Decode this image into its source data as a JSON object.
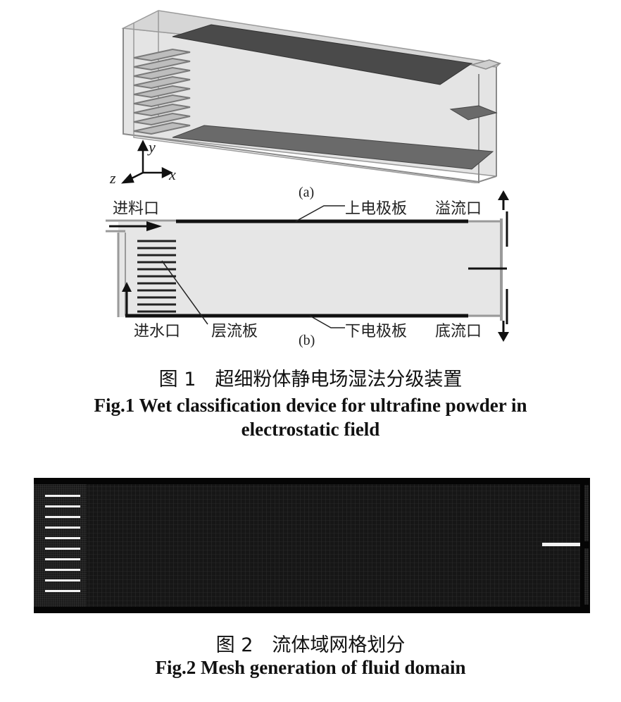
{
  "fig1": {
    "axes": {
      "y": "y",
      "x": "x",
      "z": "z"
    },
    "sub_a": "(a)",
    "sub_b": "(b)",
    "labels": {
      "inlet": "进料口",
      "upper_electrode": "上电极板",
      "overflow": "溢流口",
      "water_inlet": "进水口",
      "laminar_plate": "层流板",
      "lower_electrode": "下电极板",
      "underflow": "底流口"
    },
    "caption_cn": "图 1　超细粉体静电场湿法分级装置",
    "caption_en_line1": "Fig.1 Wet classification device for ultrafine powder in",
    "caption_en_line2": "electrostatic field"
  },
  "fig2": {
    "caption_cn": "图 2　流体域网格划分",
    "caption_en": "Fig.2 Mesh generation of fluid domain"
  },
  "colors": {
    "frame": "#9a9a9a",
    "electrode": "#4a4a4a",
    "mesh_bg": "#111111",
    "mesh_line": "#3a3a3a"
  }
}
